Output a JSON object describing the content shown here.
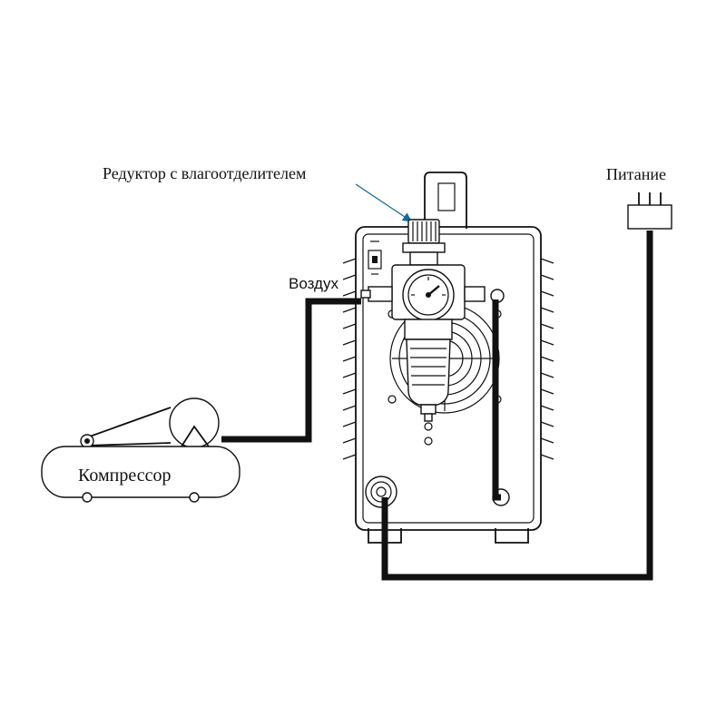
{
  "labels": {
    "regulator": "Редуктор с влагоотделителем",
    "power": "Питание",
    "air": "Воздух",
    "compressor": "Компрессор"
  },
  "icons": [
    "compressor-icon",
    "plug-icon",
    "pressure-gauge-icon",
    "fan-icon",
    "power-switch-icon"
  ]
}
